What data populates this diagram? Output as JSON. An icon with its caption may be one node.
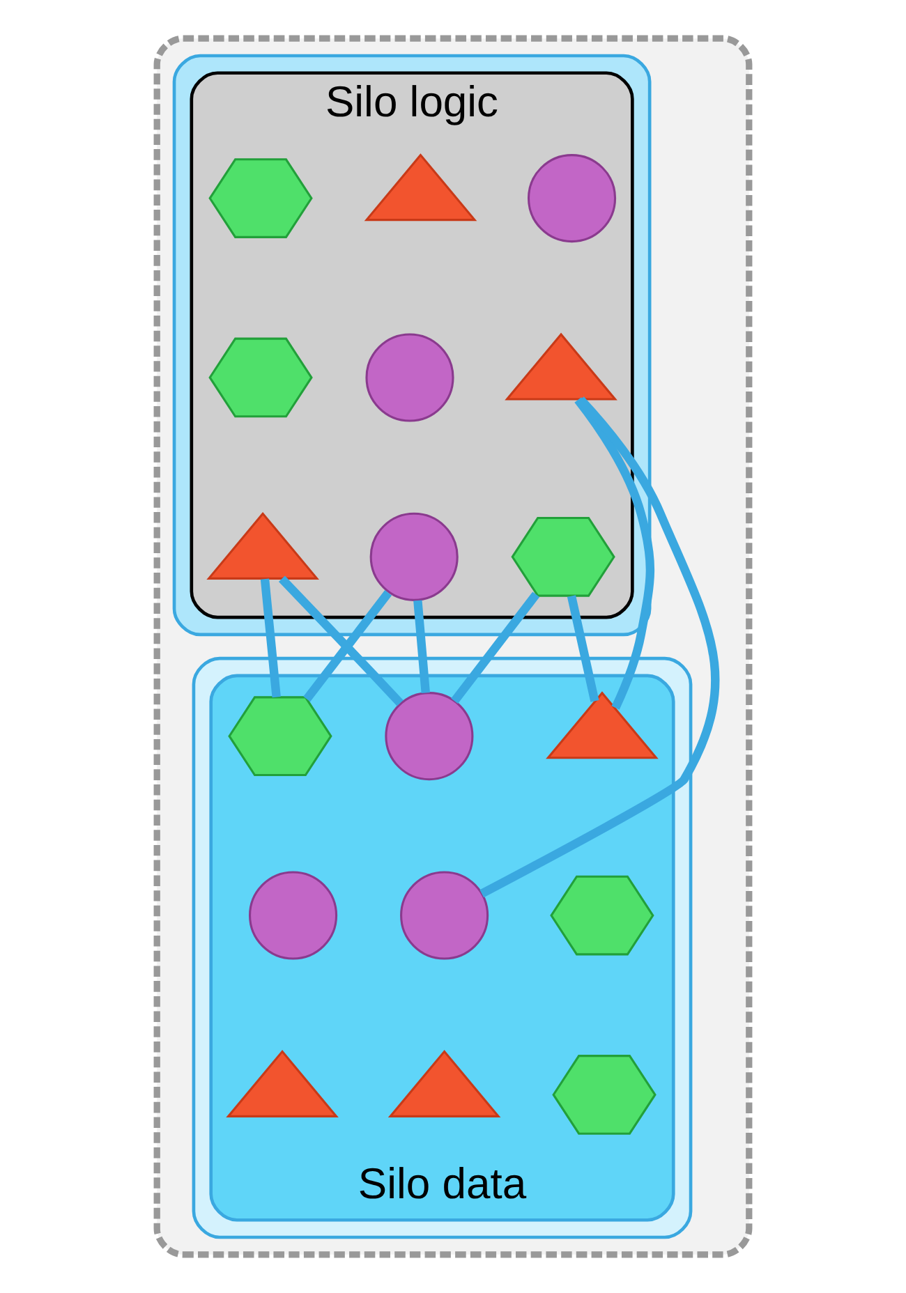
{
  "diagram": {
    "nodes": [
      {
        "text": [],
        "shape": "box"
      },
      {
        "text": [],
        "shape": "box",
        "in": 0
      },
      {
        "text": [
          "Silo logic"
        ],
        "in": 1
      },
      {
        "text": [],
        "shape": "triangle",
        "in": 2
      },
      {
        "text": [],
        "shape": "hexagon",
        "in": 2
      },
      {
        "text": [],
        "shape": "circle",
        "in": 2
      },
      {
        "text": [],
        "shape": "circle",
        "in": 2
      },
      {
        "text": [],
        "shape": "hexagon",
        "in": 2
      },
      {
        "text": [],
        "shape": "triangle",
        "in": 2
      },
      {
        "text": [],
        "shape": "circle",
        "in": 2
      },
      {
        "text": [],
        "shape": "triangle",
        "in": 2
      },
      {
        "text": [],
        "shape": "hexagon",
        "in": 2
      },
      {
        "text": [],
        "shape": "box",
        "in": 0
      },
      {
        "text": [
          "Silo data"
        ],
        "in": 12
      },
      {
        "text": [],
        "shape": "hexagon",
        "in": 13
      },
      {
        "text": [],
        "shape": "circle",
        "in": 13
      },
      {
        "text": [],
        "shape": "triangle",
        "in": 13
      },
      {
        "text": [],
        "shape": "circle",
        "in": 13
      },
      {
        "text": [],
        "shape": "circle",
        "in": 13
      },
      {
        "text": [],
        "shape": "hexagon",
        "in": 13
      },
      {
        "text": [],
        "shape": "triangle",
        "in": 13
      },
      {
        "text": [],
        "shape": "triangle",
        "in": 13
      },
      {
        "text": [],
        "shape": "hexagon",
        "in": 13
      }
    ],
    "edges": [
      {
        "from": 9,
        "to": 14,
        "arrow": "none"
      },
      {
        "from": 9,
        "to": 15,
        "arrow": "none"
      },
      {
        "from": 10,
        "to": 14,
        "arrow": "none"
      },
      {
        "from": 10,
        "to": 15,
        "arrow": "none"
      },
      {
        "from": 11,
        "to": 15,
        "arrow": "none"
      },
      {
        "from": 11,
        "to": 16,
        "arrow": "none"
      },
      {
        "from": 8,
        "to": 16,
        "arrow": "none"
      },
      {
        "from": 8,
        "to": 17,
        "arrow": "none"
      }
    ]
  }
}
